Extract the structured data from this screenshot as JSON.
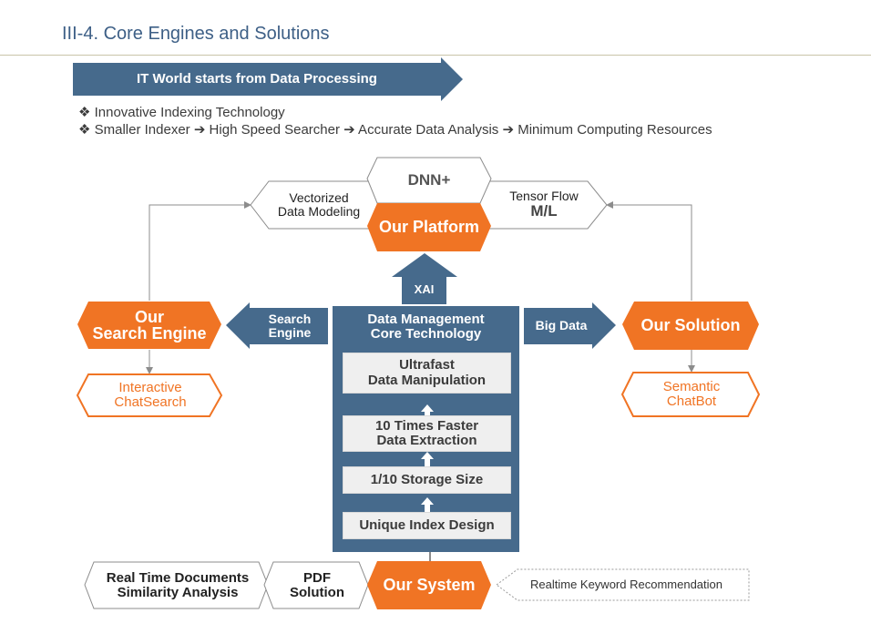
{
  "header": {
    "title": "III-4. Core Engines and Solutions"
  },
  "banner": {
    "label": "IT World starts from Data Processing"
  },
  "bullets": [
    "❖ Innovative  Indexing  Technology",
    "❖ Smaller Indexer  ➔ High Speed Searcher ➔ Accurate Data Analysis ➔ Minimum Computing Resources"
  ],
  "platform": {
    "top": "DNN+",
    "left_line1": "Vectorized",
    "left_line2": "Data Modeling",
    "right_line1": "Tensor Flow",
    "right_line2": "M/L",
    "center": "Our Platform"
  },
  "xai": "XAI",
  "core": {
    "title_line1": "Data Management",
    "title_line2": "Core Technology",
    "boxes": [
      {
        "line1": "Ultrafast",
        "line2": "Data Manipulation"
      },
      {
        "line1": "10 Times Faster",
        "line2": "Data Extraction"
      },
      {
        "line1": "1/10 Storage Size",
        "line2": ""
      },
      {
        "line1": "Unique Index Design",
        "line2": ""
      }
    ]
  },
  "left": {
    "arrow_line1": "Search",
    "arrow_line2": "Engine",
    "hex_line1": "Our",
    "hex_line2": "Search Engine",
    "sub_line1": "Interactive",
    "sub_line2": "ChatSearch"
  },
  "right": {
    "arrow": "Big Data",
    "hex": "Our Solution",
    "sub_line1": "Semantic",
    "sub_line2": "ChatBot"
  },
  "bottom": {
    "doc_line1": "Real Time Documents",
    "doc_line2": "Similarity Analysis",
    "pdf_line1": "PDF",
    "pdf_line2": "Solution",
    "system": "Our System",
    "keyword": "Realtime Keyword Recommendation"
  },
  "colors": {
    "navy": "#466a8c",
    "orange": "#f07424",
    "gray_box": "#efefef"
  }
}
